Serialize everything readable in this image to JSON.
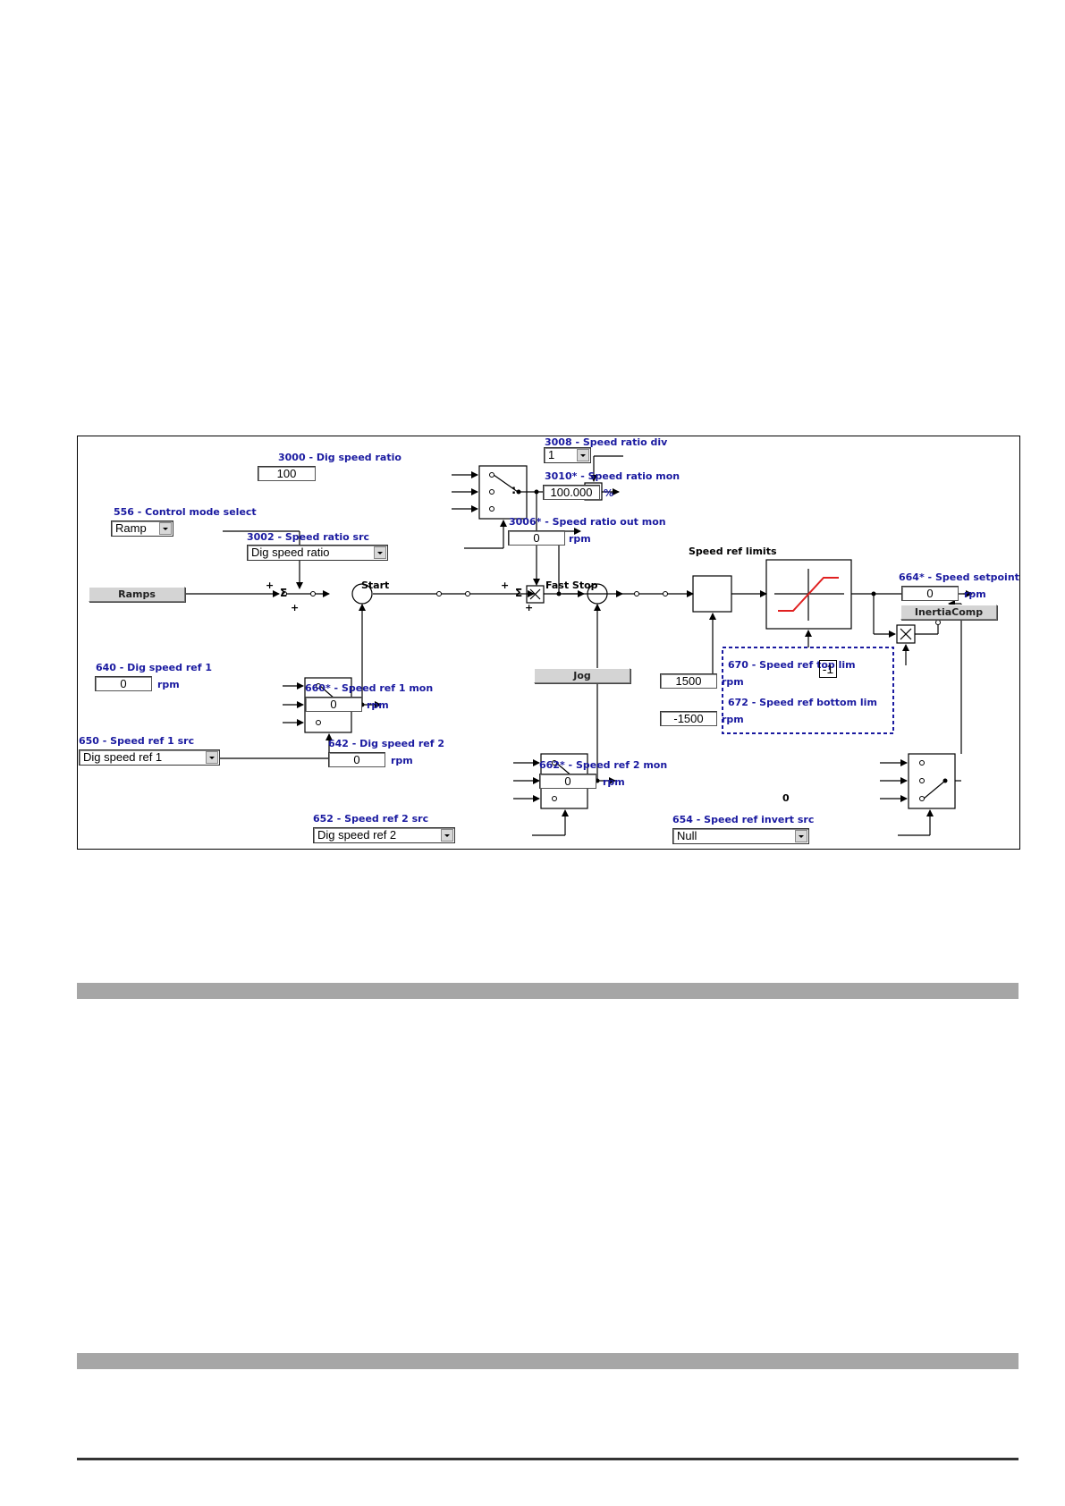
{
  "labels": {
    "p3008": "3008 - Speed ratio div",
    "p3000": "3000 - Dig speed ratio",
    "p3010": "3010* - Speed ratio mon",
    "p556": "556 - Control mode select",
    "p3006": "3006* - Speed ratio out mon",
    "p3002": "3002 - Speed ratio src",
    "p640": "640 - Dig speed ref 1",
    "p660": "660* - Speed ref 1 mon",
    "p650": "650 - Speed ref 1 src",
    "p642": "642 - Dig speed ref 2",
    "p662": "662* - Speed ref 2 mon",
    "p652": "652 - Speed ref 2 src",
    "p670": "670 - Speed ref top lim",
    "p672": "672 - Speed ref bottom lim",
    "p654": "654 - Speed ref invert src",
    "p664": "664* - Speed setpoint",
    "speed_ref_limits": "Speed ref limits",
    "start": "Start",
    "fast_stop": "Fast Stop",
    "zero": "0",
    "plus": "+",
    "sigma": "Σ",
    "colon": ":",
    "minus_one": "-1"
  },
  "values": {
    "v3008": "1",
    "v3000": "100",
    "v3010": "100.000",
    "v556": "Ramp",
    "v3006": "0",
    "v3002": "Dig speed ratio",
    "v640": "0",
    "v660": "0",
    "v650": "Dig speed ref  1",
    "v642": "0",
    "v662": "0",
    "v652": "Dig speed ref  2",
    "v670": "1500",
    "v672": "-1500",
    "v654": "Null",
    "v664": "0"
  },
  "units": {
    "percent": "%",
    "rpm": "rpm"
  },
  "buttons": {
    "ramps": "Ramps",
    "jog": "Jog",
    "inertia": "InertiaComp"
  },
  "colors": {
    "label": "#1a1aa0",
    "limit_curve": "#e02020",
    "limit_box": "#1a1aa0",
    "section_bar": "#a6a6a6"
  }
}
